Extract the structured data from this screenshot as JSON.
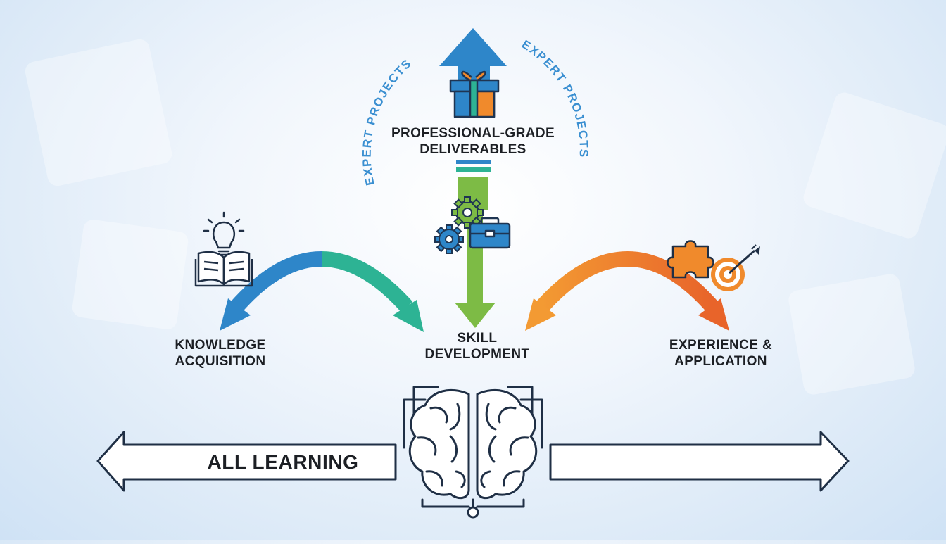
{
  "top": {
    "title_line1": "PROFESSIONAL-GRADE",
    "title_line2": "DELIVERABLES",
    "arc_left": "EXPERT PROJECTS",
    "arc_right": "EXPERT PROJECTS"
  },
  "nodes": {
    "knowledge": {
      "line1": "KNOWLEDGE",
      "line2": "ACQUISITION"
    },
    "skill": {
      "line1": "SKILL",
      "line2": "DEVELOPMENT"
    },
    "experience": {
      "line1": "EXPERIENCE &",
      "line2": "APPLICATION"
    }
  },
  "bottom": {
    "banner": "ALL LEARNING"
  },
  "icons": {
    "top": [
      "gift-box-icon",
      "gear-icon",
      "toolbox-icon"
    ],
    "left": [
      "lightbulb-icon",
      "open-book-icon"
    ],
    "right": [
      "puzzle-piece-icon",
      "target-arrow-icon"
    ],
    "center": [
      "brain-circuit-icon"
    ]
  },
  "colors": {
    "blue": "#2e86c9",
    "teal": "#2db394",
    "green": "#7dbb45",
    "orange": "#f08a2c",
    "dark_orange": "#e8642a",
    "navy": "#20496e",
    "text": "#1c1f24",
    "arc_text": "#3a8fd1"
  }
}
